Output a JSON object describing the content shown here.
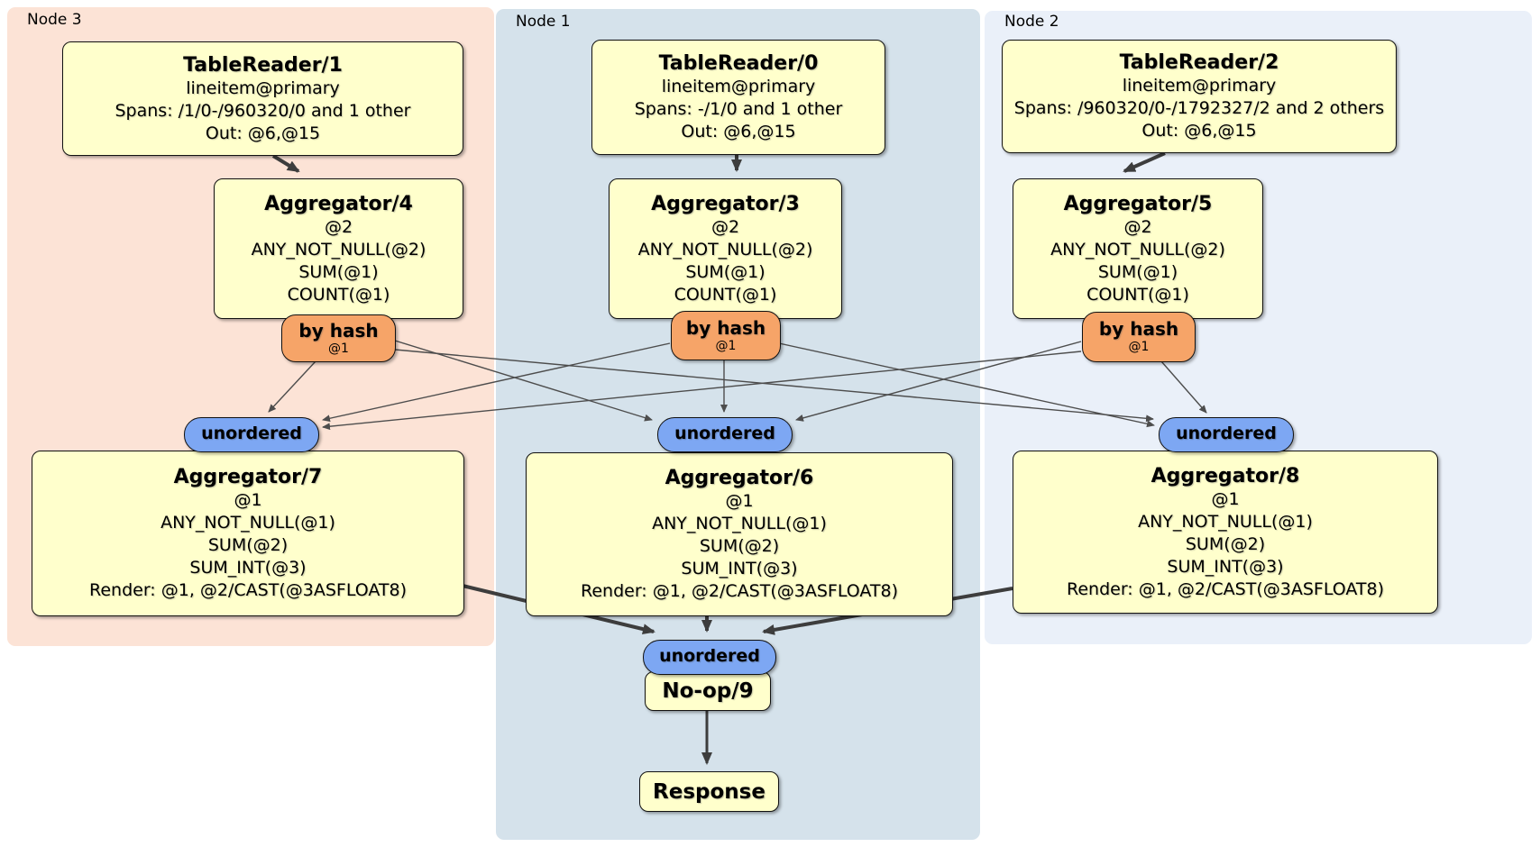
{
  "colors": {
    "region_node3": "#fce3d6",
    "region_node1": "#d5e2eb",
    "region_node2": "#eaf0f9",
    "box_fill": "#ffffcc",
    "router_fill": "#f6a468",
    "sync_fill": "#7da7f3"
  },
  "nodes": [
    {
      "label": "Node 3",
      "tr": {
        "title": "TableReader/1",
        "lines": [
          "lineitem@primary",
          "Spans: /1/0-/960320/0 and 1 other",
          "Out: @6,@15"
        ]
      },
      "agg_top": {
        "title": "Aggregator/4",
        "lines": [
          "@2",
          "ANY_NOT_NULL(@2)",
          "SUM(@1)",
          "COUNT(@1)"
        ]
      },
      "router": {
        "label": "by hash",
        "key": "@1"
      },
      "sync": {
        "label": "unordered"
      },
      "agg_bottom": {
        "title": "Aggregator/7",
        "lines": [
          "@1",
          "ANY_NOT_NULL(@1)",
          "SUM(@2)",
          "SUM_INT(@3)",
          "Render: @1, @2/CAST(@3ASFLOAT8)"
        ]
      }
    },
    {
      "label": "Node 1",
      "tr": {
        "title": "TableReader/0",
        "lines": [
          "lineitem@primary",
          "Spans: -/1/0 and 1 other",
          "Out: @6,@15"
        ]
      },
      "agg_top": {
        "title": "Aggregator/3",
        "lines": [
          "@2",
          "ANY_NOT_NULL(@2)",
          "SUM(@1)",
          "COUNT(@1)"
        ]
      },
      "router": {
        "label": "by hash",
        "key": "@1"
      },
      "sync": {
        "label": "unordered"
      },
      "agg_bottom": {
        "title": "Aggregator/6",
        "lines": [
          "@1",
          "ANY_NOT_NULL(@1)",
          "SUM(@2)",
          "SUM_INT(@3)",
          "Render: @1, @2/CAST(@3ASFLOAT8)"
        ]
      }
    },
    {
      "label": "Node 2",
      "tr": {
        "title": "TableReader/2",
        "lines": [
          "lineitem@primary",
          "Spans: /960320/0-/1792327/2 and 2 others",
          "Out: @6,@15"
        ]
      },
      "agg_top": {
        "title": "Aggregator/5",
        "lines": [
          "@2",
          "ANY_NOT_NULL(@2)",
          "SUM(@1)",
          "COUNT(@1)"
        ]
      },
      "router": {
        "label": "by hash",
        "key": "@1"
      },
      "sync": {
        "label": "unordered"
      },
      "agg_bottom": {
        "title": "Aggregator/8",
        "lines": [
          "@1",
          "ANY_NOT_NULL(@1)",
          "SUM(@2)",
          "SUM_INT(@3)",
          "Render: @1, @2/CAST(@3ASFLOAT8)"
        ]
      }
    }
  ],
  "final": {
    "sync": {
      "label": "unordered"
    },
    "noop": {
      "title": "No-op/9"
    },
    "response": {
      "title": "Response"
    }
  }
}
